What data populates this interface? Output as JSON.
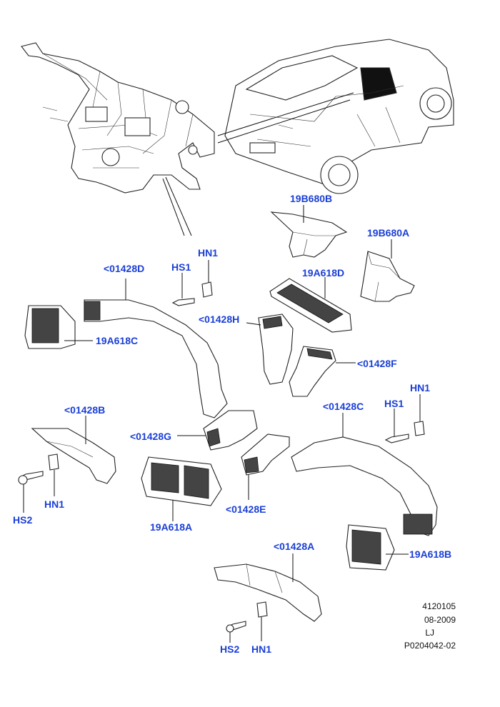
{
  "labels": {
    "l19B680B": "19B680B",
    "l19B680A": "19B680A",
    "lHN1_a": "HN1",
    "lHS1_a": "HS1",
    "l01428D": "<01428D",
    "l19A618D": "19A618D",
    "l01428H": "<01428H",
    "l19A618C": "19A618C",
    "l01428F": "<01428F",
    "lHN1_b": "HN1",
    "lHS1_b": "HS1",
    "l01428B": "<01428B",
    "l01428C": "<01428C",
    "l01428G": "<01428G",
    "lHN1_c": "HN1",
    "lHS2_c": "HS2",
    "l01428E": "<01428E",
    "l19A618A": "19A618A",
    "l01428A": "<01428A",
    "l19A618B": "19A618B",
    "lHS2_d": "HS2",
    "lHN1_d": "HN1"
  },
  "meta": {
    "line1": "4120105",
    "line2": "08-2009",
    "line3": "LJ",
    "line4": "P0204042-02"
  },
  "colors": {
    "label": "#1a3fd6",
    "line": "#222222"
  }
}
